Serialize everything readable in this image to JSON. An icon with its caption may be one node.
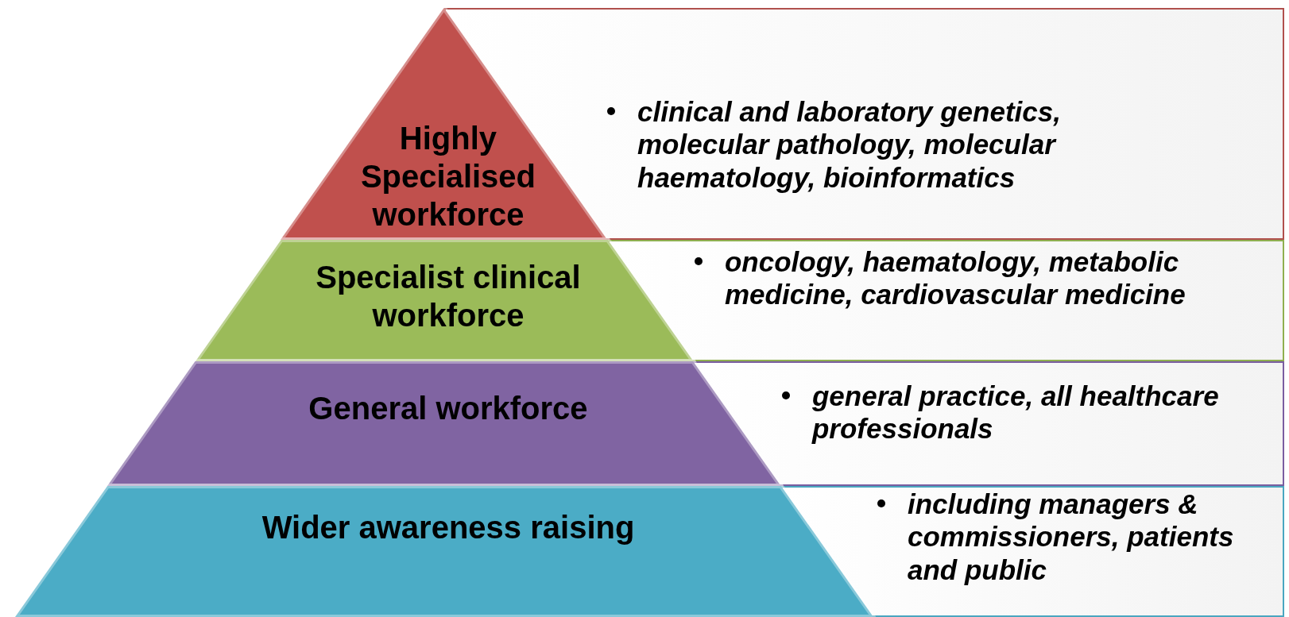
{
  "diagram": {
    "nodes": [
      {
        "text": [
          "Highly Specialised workforce"
        ]
      },
      {
        "text": [
          "Specialist clinical workforce"
        ]
      },
      {
        "text": [
          "General workforce"
        ]
      },
      {
        "text": [
          "Wider awareness raising"
        ]
      },
      {
        "text": [
          "clinical and laboratory genetics, molecular pathology, molecular haematology, bioinformatics"
        ]
      },
      {
        "text": [
          "oncology, haematology, metabolic medicine, cardiovascular medicine"
        ]
      },
      {
        "text": [
          "general practice, all healthcare professionals"
        ]
      },
      {
        "text": [
          "including managers & commissioners, patients and public"
        ]
      }
    ]
  }
}
